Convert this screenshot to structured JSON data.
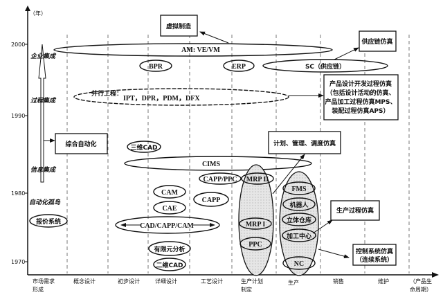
{
  "axis": {
    "y_unit": "（年）",
    "y_ticks": [
      "2000",
      "1990",
      "1980",
      "1970"
    ],
    "x_labels": [
      [
        "市场需求",
        "形成"
      ],
      [
        "概念设计"
      ],
      [
        "初步设计"
      ],
      [
        "详细设计"
      ],
      [
        "工艺设计"
      ],
      [
        "生产计划",
        "制定"
      ],
      [
        "生产"
      ],
      [
        "销售"
      ],
      [
        "维护"
      ],
      [
        "（产品生",
        "命周期）"
      ]
    ]
  },
  "stages": [
    "企业集成",
    "过程集成",
    "信息集成",
    "自动化孤岛"
  ],
  "boxes": {
    "virtual_mfg": "虚拟制造",
    "supply_chain_sim": "供应链仿真",
    "product_design_sim": [
      "产品设计开发过程仿真",
      "（包括设计活动的仿真、",
      "产品加工过程仿真MPS、",
      "装配过程仿真APS）"
    ],
    "integrated_automation": "综合自动化",
    "planning_sim": "计划、管理、调度仿真",
    "production_sim": "生产过程仿真",
    "control_sim": [
      "控制系统仿真",
      "（连续系统）"
    ]
  },
  "ellipses": {
    "am": "AM: VE/VM",
    "bpr": "BPR",
    "erp": "ERP",
    "sc": "SC（供应链）",
    "ce_title": "并行工程：",
    "ce_items": "IPT，DPR，PDM，DFX",
    "cad3d": "三维CAD",
    "cims": "CIMS",
    "capp_ppc": "CAPP/PPC",
    "capp": "CAPP",
    "cam": "CAM",
    "cae": "CAE",
    "cad_capp_cam": "CAD/CAPP/CAM",
    "quote": "报价系统",
    "fea": "有限元分析",
    "cad2d": "二维CAD",
    "mrp2": "MRP II",
    "mrp1": "MRP I",
    "ppc": "PPC",
    "fms": "FMS",
    "robot": "机器人",
    "warehouse": "立体仓库",
    "machining": "加工中心",
    "nc": "NC"
  }
}
